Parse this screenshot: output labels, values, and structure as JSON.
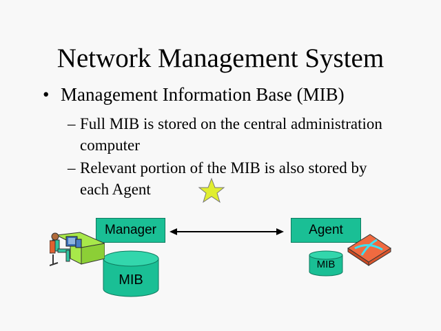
{
  "title": "Network Management System",
  "bullet": {
    "glyph": "•",
    "text": "Management Information Base (MIB)"
  },
  "sub_bullets": [
    {
      "dash": "–",
      "line1": "Full MIB is stored on the central administration",
      "line2": "computer"
    },
    {
      "dash": "–",
      "line1": "Relevant portion of the MIB is also stored by",
      "line2": "each Agent"
    }
  ],
  "diagram": {
    "manager_label": "Manager",
    "agent_label": "Agent",
    "manager_mib_label": "MIB",
    "agent_mib_label": "MIB",
    "colors": {
      "box_fill": "#1abf95",
      "cylinder_fill": "#1abf95",
      "cylinder_top": "#33d6ac",
      "star": "#e0ee30",
      "router": "#f06a40"
    }
  }
}
